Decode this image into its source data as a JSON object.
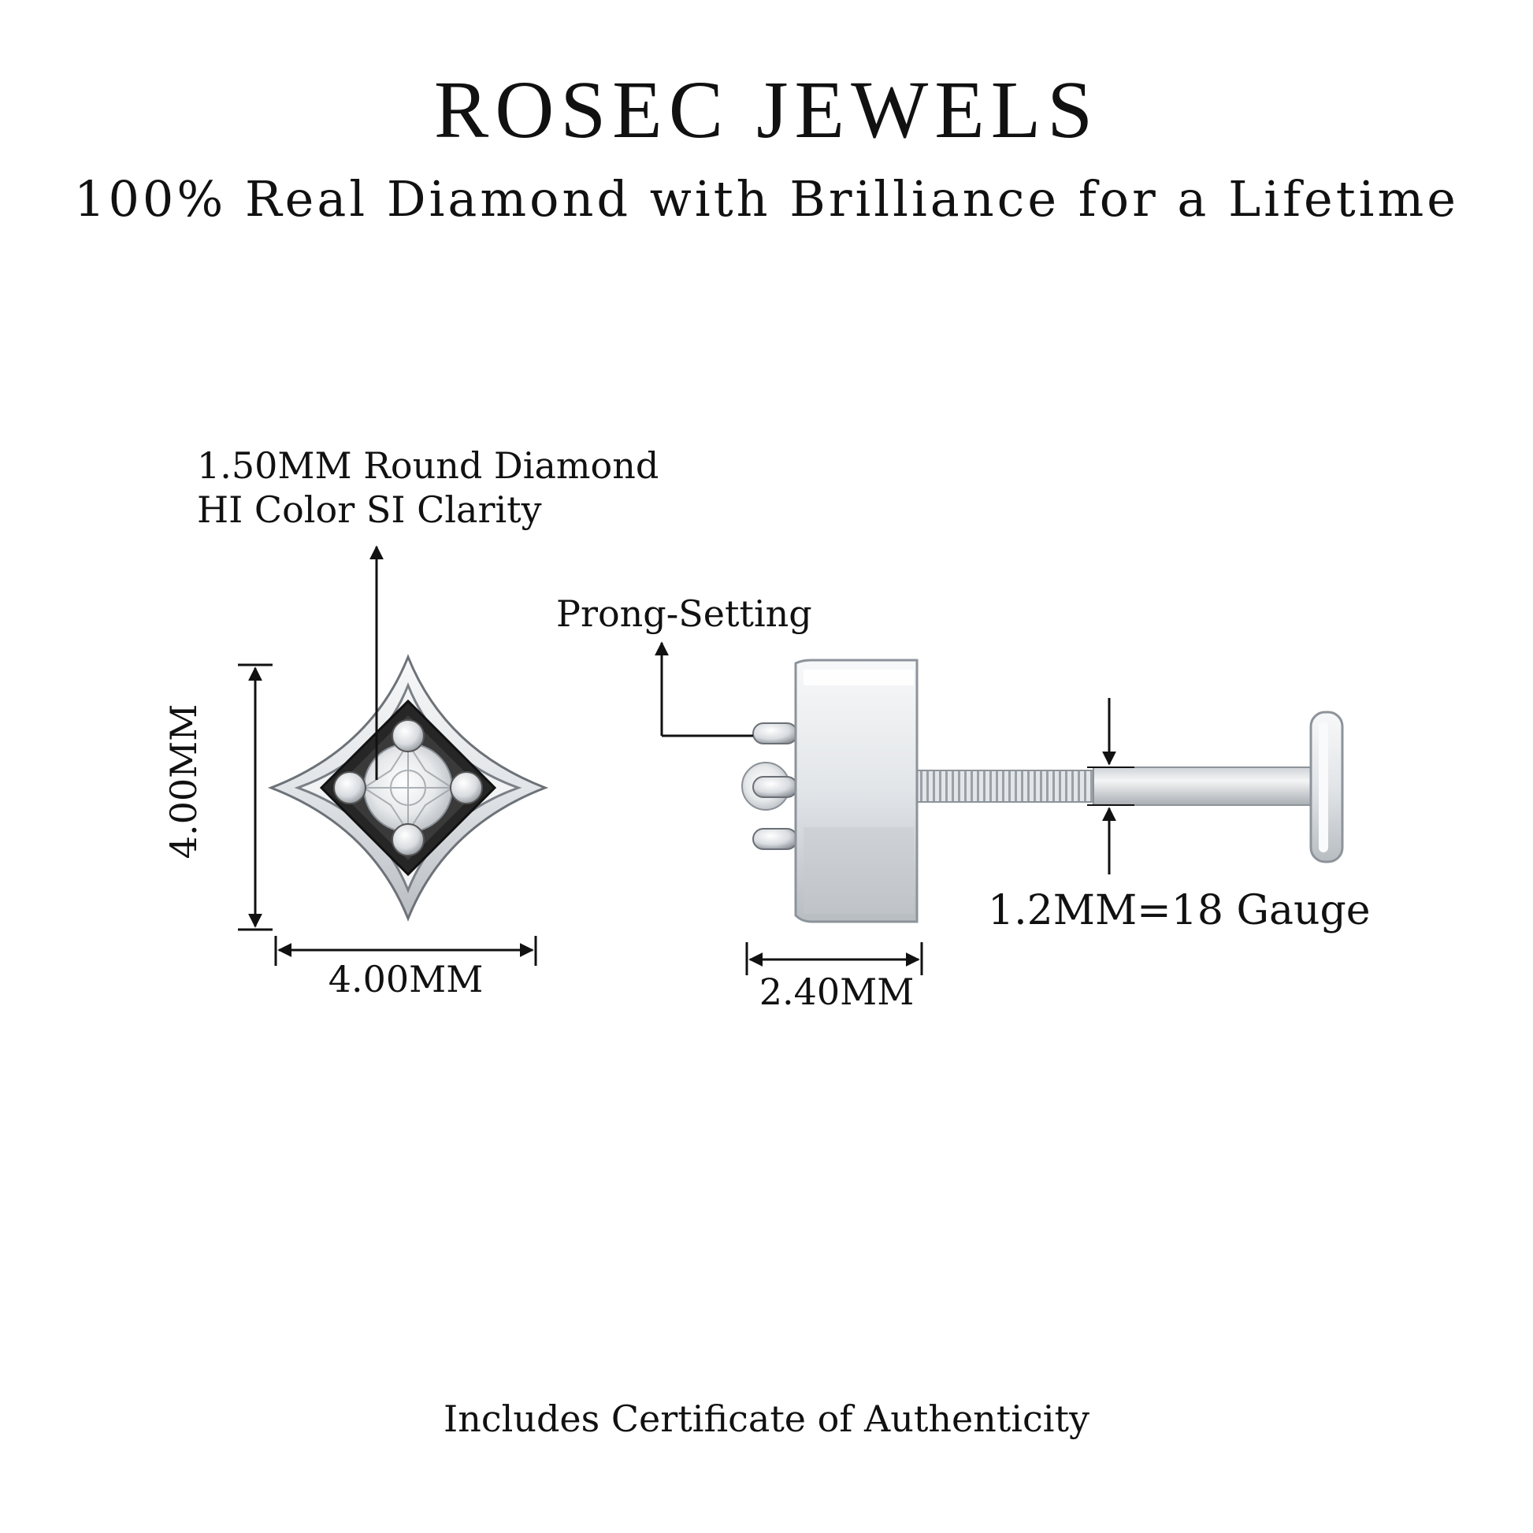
{
  "header": {
    "brand": "ROSEC JEWELS",
    "tagline": "100% Real Diamond with Brilliance for a Lifetime"
  },
  "annotations": {
    "stone_line1": "1.50MM Round Diamond",
    "stone_line2": "HI Color SI Clarity",
    "setting": "Prong-Setting",
    "top_height": "4.00MM",
    "top_width": "4.00MM",
    "side_width": "2.40MM",
    "gauge": "1.2MM=18 Gauge"
  },
  "footer": {
    "certificate": "Includes Certificate of Authenticity"
  },
  "colors": {
    "metal": "#e9ebee",
    "metal_shadow": "#9aa0a6",
    "outline": "#2a2a2a",
    "text": "#111111"
  }
}
